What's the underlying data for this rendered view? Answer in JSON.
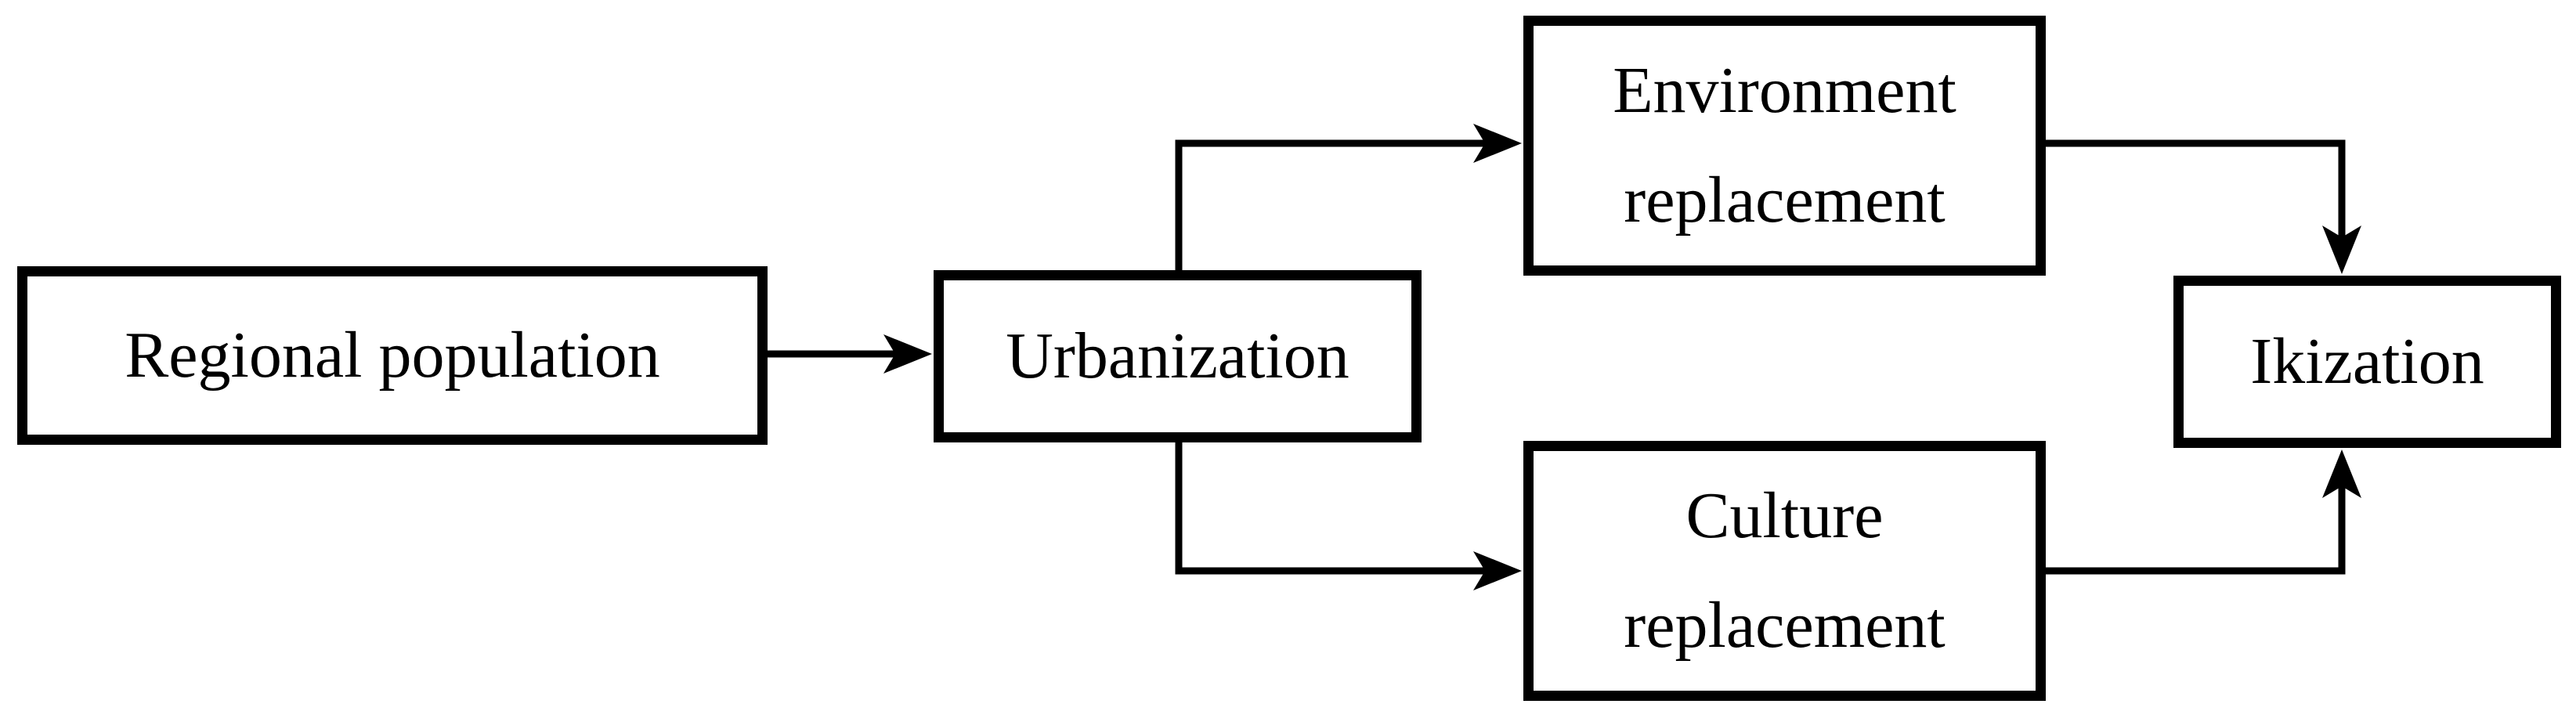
{
  "diagram": {
    "background_color": "#ffffff",
    "line_color": "#000000",
    "text_color": "#000000",
    "nodes": [
      {
        "id": "regional-population",
        "label": "Regional population"
      },
      {
        "id": "urbanization",
        "label": "Urbanization"
      },
      {
        "id": "environment-replacement",
        "label_line1": "Environment",
        "label_line2": "replacement"
      },
      {
        "id": "culture-replacement",
        "label_line1": "Culture",
        "label_line2": "replacement"
      },
      {
        "id": "ikization",
        "label": "Ikization"
      }
    ],
    "edges": [
      {
        "from": "regional-population",
        "to": "urbanization"
      },
      {
        "from": "urbanization",
        "to": "environment-replacement"
      },
      {
        "from": "urbanization",
        "to": "culture-replacement"
      },
      {
        "from": "environment-replacement",
        "to": "ikization"
      },
      {
        "from": "culture-replacement",
        "to": "ikization"
      }
    ]
  }
}
